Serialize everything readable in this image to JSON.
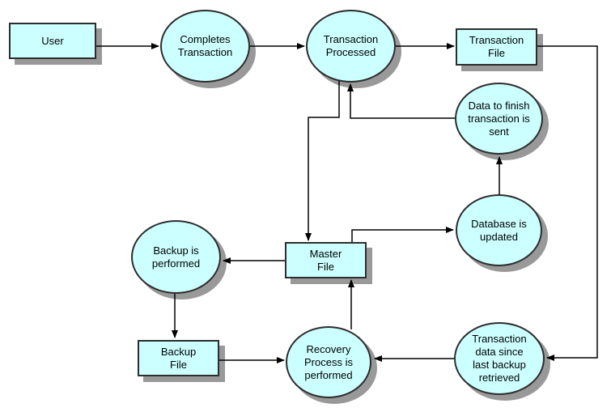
{
  "diagram": {
    "type": "flowchart",
    "background": "#ffffff",
    "colors": {
      "node_fill": "#ccffff",
      "node_border": "#2d2d2d",
      "node_shadow": "#999999",
      "connector": "#000000",
      "text": "#000000"
    },
    "nodes": {
      "user": {
        "label": "User",
        "shape": "rectangle"
      },
      "completes_transaction": {
        "label": "Completes\nTransaction",
        "shape": "ellipse"
      },
      "transaction_processed": {
        "label": "Transaction\nProcessed",
        "shape": "ellipse"
      },
      "transaction_file": {
        "label": "Transaction\nFile",
        "shape": "rectangle"
      },
      "data_sent": {
        "label": "Data to finish\ntransaction is\nsent",
        "shape": "ellipse"
      },
      "database_updated": {
        "label": "Database is\nupdated",
        "shape": "ellipse"
      },
      "master_file": {
        "label": "Master\nFile",
        "shape": "rectangle"
      },
      "backup_performed": {
        "label": "Backup is\nperformed",
        "shape": "ellipse"
      },
      "backup_file": {
        "label": "Backup\nFile",
        "shape": "rectangle"
      },
      "recovery_process": {
        "label": "Recovery\nProcess is\nperformed",
        "shape": "ellipse"
      },
      "transaction_data_retrieved": {
        "label": "Transaction\ndata since\nlast backup\nretrieved",
        "shape": "ellipse"
      }
    },
    "edges": [
      {
        "from": "User",
        "to": "Completes Transaction"
      },
      {
        "from": "Completes Transaction",
        "to": "Transaction Processed"
      },
      {
        "from": "Transaction Processed",
        "to": "Transaction File"
      },
      {
        "from": "Transaction File",
        "to": "Transaction data since last backup retrieved"
      },
      {
        "from": "Transaction data since last backup retrieved",
        "to": "Recovery Process is performed"
      },
      {
        "from": "Backup File",
        "to": "Recovery Process is performed"
      },
      {
        "from": "Recovery Process is performed",
        "to": "Master File"
      },
      {
        "from": "Master File",
        "to": "Backup is performed"
      },
      {
        "from": "Backup is performed",
        "to": "Backup File"
      },
      {
        "from": "Master File",
        "to": "Database is updated"
      },
      {
        "from": "Database is updated",
        "to": "Data to finish transaction is sent"
      },
      {
        "from": "Data to finish transaction is sent",
        "to": "Transaction Processed"
      },
      {
        "from": "Transaction Processed",
        "to": "Master File"
      }
    ]
  }
}
